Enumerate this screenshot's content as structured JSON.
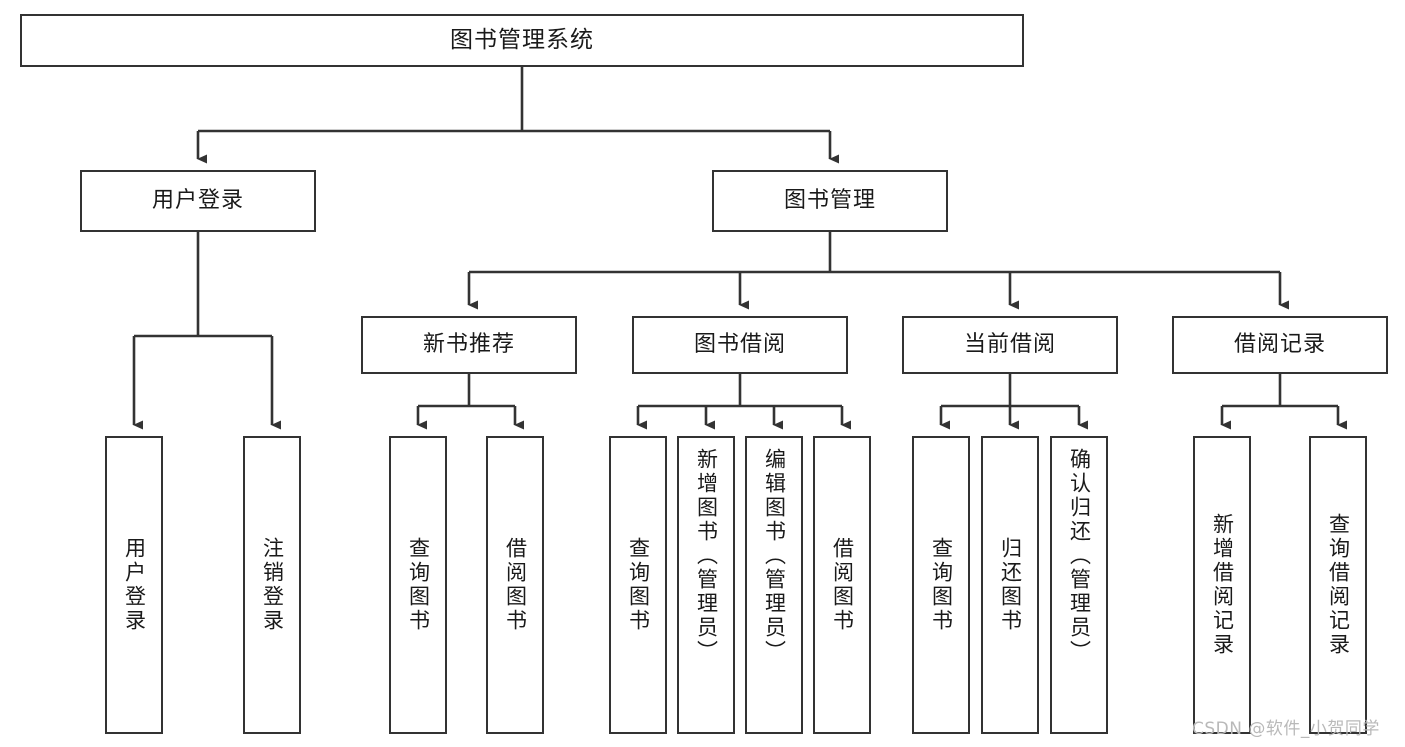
{
  "diagram": {
    "title": "图书管理系统",
    "type": "tree",
    "watermark": "CSDN @软件_小贺同学",
    "colors": {
      "box_border": "#333333",
      "box_fill": "#ffffff",
      "edge": "#333333",
      "text": "#1a1a1a",
      "watermark": "#b9b9b9"
    },
    "nodes": {
      "root": {
        "label": "图书管理系统",
        "level": 1
      },
      "level2": [
        {
          "id": "user-login",
          "label": "用户登录"
        },
        {
          "id": "book-manage",
          "label": "图书管理"
        }
      ],
      "level3": [
        {
          "id": "new-book-rec",
          "label": "新书推荐",
          "parent": "book-manage"
        },
        {
          "id": "book-borrow",
          "label": "图书借阅",
          "parent": "book-manage"
        },
        {
          "id": "current-borrow",
          "label": "当前借阅",
          "parent": "book-manage"
        },
        {
          "id": "borrow-record",
          "label": "借阅记录",
          "parent": "book-manage"
        }
      ],
      "leaves": [
        {
          "id": "leaf-user-login",
          "label": "用户登录",
          "parent": "user-login"
        },
        {
          "id": "leaf-user-logout",
          "label": "注销登录",
          "parent": "user-login"
        },
        {
          "id": "leaf-query-book-1",
          "label": "查询图书",
          "parent": "new-book-rec"
        },
        {
          "id": "leaf-borrow-book-1",
          "label": "借阅图书",
          "parent": "new-book-rec"
        },
        {
          "id": "leaf-query-book-2",
          "label": "查询图书",
          "parent": "book-borrow"
        },
        {
          "id": "leaf-add-book",
          "label": "新增图书（管理员）",
          "parent": "book-borrow"
        },
        {
          "id": "leaf-edit-book",
          "label": "编辑图书（管理员）",
          "parent": "book-borrow"
        },
        {
          "id": "leaf-borrow-book-2",
          "label": "借阅图书",
          "parent": "book-borrow"
        },
        {
          "id": "leaf-query-book-3",
          "label": "查询图书",
          "parent": "current-borrow"
        },
        {
          "id": "leaf-return-book",
          "label": "归还图书",
          "parent": "current-borrow"
        },
        {
          "id": "leaf-confirm-return",
          "label": "确认归还（管理员）",
          "parent": "current-borrow"
        },
        {
          "id": "leaf-add-record",
          "label": "新增借阅记录",
          "parent": "borrow-record"
        },
        {
          "id": "leaf-query-record",
          "label": "查询借阅记录",
          "parent": "borrow-record"
        }
      ]
    }
  }
}
